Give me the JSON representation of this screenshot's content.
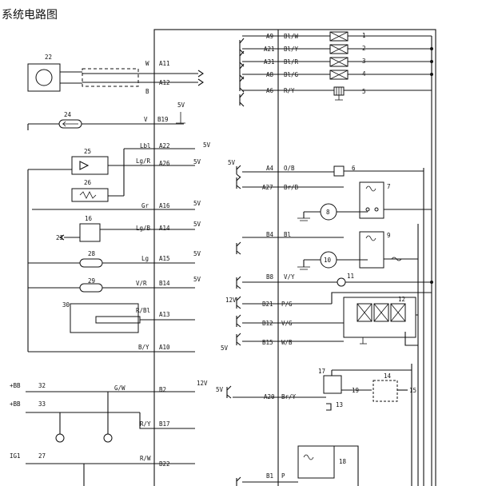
{
  "title": "系统电路图",
  "ecu_right": [
    {
      "pin": "A9",
      "wire": "Bl/W",
      "num": "1"
    },
    {
      "pin": "A21",
      "wire": "Bl/Y",
      "num": "2"
    },
    {
      "pin": "A31",
      "wire": "Bl/R",
      "num": "3"
    },
    {
      "pin": "A8",
      "wire": "Bl/G",
      "num": "4"
    },
    {
      "pin": "A6",
      "wire": "R/Y",
      "num": "5"
    },
    {
      "pin": "A4",
      "wire": "O/B",
      "num": "6"
    },
    {
      "pin": "A27",
      "wire": "Br/B",
      "num": "7"
    },
    {
      "pin": "B4",
      "wire": "Bl",
      "num": "9"
    },
    {
      "pin": "B8",
      "wire": "V/Y",
      "num": "11"
    },
    {
      "pin": "B21",
      "wire": "P/G",
      "num": "12"
    },
    {
      "pin": "B12",
      "wire": "V/G",
      "num": ""
    },
    {
      "pin": "B15",
      "wire": "W/B",
      "num": ""
    },
    {
      "pin": "A20",
      "wire": "Br/Y",
      "num": ""
    },
    {
      "pin": "B1",
      "wire": "P",
      "num": "18"
    }
  ],
  "ecu_left": [
    {
      "pin": "A11",
      "wire": "W"
    },
    {
      "pin": "A12",
      "wire": "B"
    },
    {
      "pin": "B19",
      "wire": "V"
    },
    {
      "pin": "A22",
      "wire": "Lbl"
    },
    {
      "pin": "A26",
      "wire": "Lg/R"
    },
    {
      "pin": "A16",
      "wire": "Gr"
    },
    {
      "pin": "A14",
      "wire": "Lg/B"
    },
    {
      "pin": "A15",
      "wire": "Lg"
    },
    {
      "pin": "B14",
      "wire": "V/R"
    },
    {
      "pin": "A13",
      "wire": "R/Bl"
    },
    {
      "pin": "A10",
      "wire": "B/Y"
    },
    {
      "pin": "B2",
      "wire": "G/W"
    },
    {
      "pin": "B17",
      "wire": "R/Y"
    },
    {
      "pin": "B22",
      "wire": "R/W"
    }
  ],
  "components": {
    "c8": "8",
    "c10": "10",
    "c13": "13",
    "c14": "14",
    "c15": "15",
    "c16": "16",
    "c17": "17",
    "c19": "19",
    "c22": "22",
    "c23": "23",
    "c24": "24",
    "c25": "25",
    "c26": "26",
    "c27": "27",
    "c28": "28",
    "c29": "29",
    "c30": "30",
    "c32": "32",
    "c33": "33"
  },
  "supplies": {
    "v5": "5V",
    "v12": "12V",
    "bb": "+BB",
    "ig1": "IG1"
  }
}
